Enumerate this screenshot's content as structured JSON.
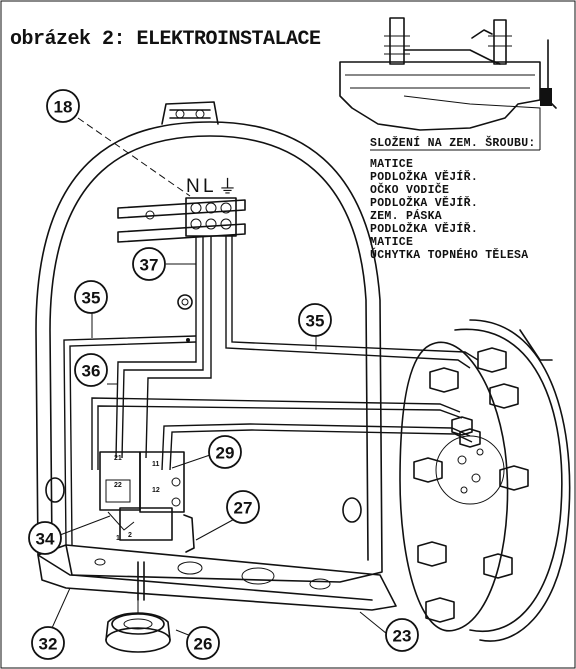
{
  "title": "obrázek 2: ELEKTROINSTALACE",
  "inset_heading": "SLOŽENÍ NA ZEM. ŠROUBU:",
  "inset_items": [
    "MATICE",
    "PODLOŽKA VĚJÍŘ.",
    "OČKO VODIČE",
    "PODLOŽKA VĚJÍŘ.",
    "ZEM. PÁSKA",
    "PODLOŽKA VĚJÍŘ.",
    "MATICE",
    "ÚCHYTKA TOPNÉHO TĚLESA"
  ],
  "terminal_labels": {
    "neutral": "N",
    "live": "L",
    "ground": "⏚"
  },
  "thermostat_contacts": [
    "21",
    "22",
    "1",
    "2",
    "11",
    "12"
  ],
  "callouts": {
    "c18": "18",
    "c37": "37",
    "c35a": "35",
    "c35b": "35",
    "c36": "36",
    "c29": "29",
    "c27": "27",
    "c34": "34",
    "c32": "32",
    "c26": "26",
    "c23": "23"
  }
}
